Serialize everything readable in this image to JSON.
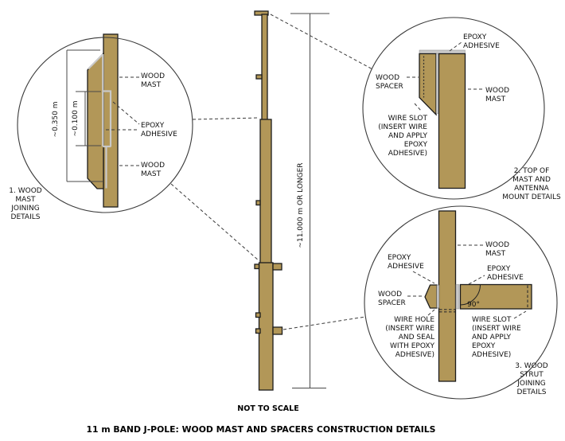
{
  "colors": {
    "wood": "#b29758",
    "epoxy": "#c9c9c9",
    "outline": "#1c1c1c",
    "line_gray": "#3a3a3a"
  },
  "footer": {
    "not_to_scale": "NOT TO SCALE",
    "title": "11 m BAND J-POLE: WOOD MAST AND SPACERS CONSTRUCTION DETAILS"
  },
  "mast": {
    "length_label": "~11.000 m OR LONGER"
  },
  "detail1": {
    "caption": [
      "1. WOOD",
      "MAST",
      "JOINING",
      "DETAILS"
    ],
    "dims": {
      "overlap": "~0.350 m",
      "step": "~0.100 m"
    },
    "labels": {
      "wood_mast_top": [
        "WOOD",
        "MAST"
      ],
      "epoxy": [
        "EPOXY",
        "ADHESIVE"
      ],
      "wood_mast_bottom": [
        "WOOD",
        "MAST"
      ]
    }
  },
  "detail2": {
    "caption": [
      "2. TOP OF",
      "MAST AND",
      "ANTENNA",
      "MOUNT DETAILS"
    ],
    "labels": {
      "epoxy": [
        "EPOXY",
        "ADHESIVE"
      ],
      "wood_spacer": [
        "WOOD",
        "SPACER"
      ],
      "wire_slot": [
        "WIRE SLOT",
        "(INSERT WIRE",
        "AND APPLY",
        "EPOXY",
        "ADHESIVE)"
      ],
      "wood_mast": [
        "WOOD",
        "MAST"
      ]
    }
  },
  "detail3": {
    "caption": [
      "3. WOOD",
      "STRUT",
      "JOINING",
      "DETAILS"
    ],
    "labels": {
      "epoxy_left": [
        "EPOXY",
        "ADHESIVE"
      ],
      "wood_mast": [
        "WOOD",
        "MAST"
      ],
      "epoxy_right": [
        "EPOXY",
        "ADHESIVE"
      ],
      "wood_spacer": [
        "WOOD",
        "SPACER"
      ],
      "angle": "90°",
      "wire_hole": [
        "WIRE HOLE",
        "(INSERT WIRE",
        "AND SEAL",
        "WITH EPOXY",
        "ADHESIVE)"
      ],
      "wire_slot": [
        "WIRE SLOT",
        "(INSERT WIRE",
        "AND APPLY",
        "EPOXY",
        "ADHESIVE)"
      ]
    }
  }
}
